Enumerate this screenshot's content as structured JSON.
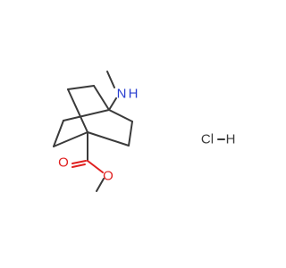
{
  "molecule": {
    "atoms": {
      "nitrogen": "N",
      "hydrogen_on_n": "H",
      "carbonyl_oxygen": "O",
      "ester_oxygen": "O",
      "salt_chlorine": "Cl",
      "salt_hydrogen": "H"
    }
  },
  "colors": {
    "carbon_bond": "#3a3a3a",
    "oxygen": "#e02020",
    "nitrogen": "#2a3fd0"
  }
}
